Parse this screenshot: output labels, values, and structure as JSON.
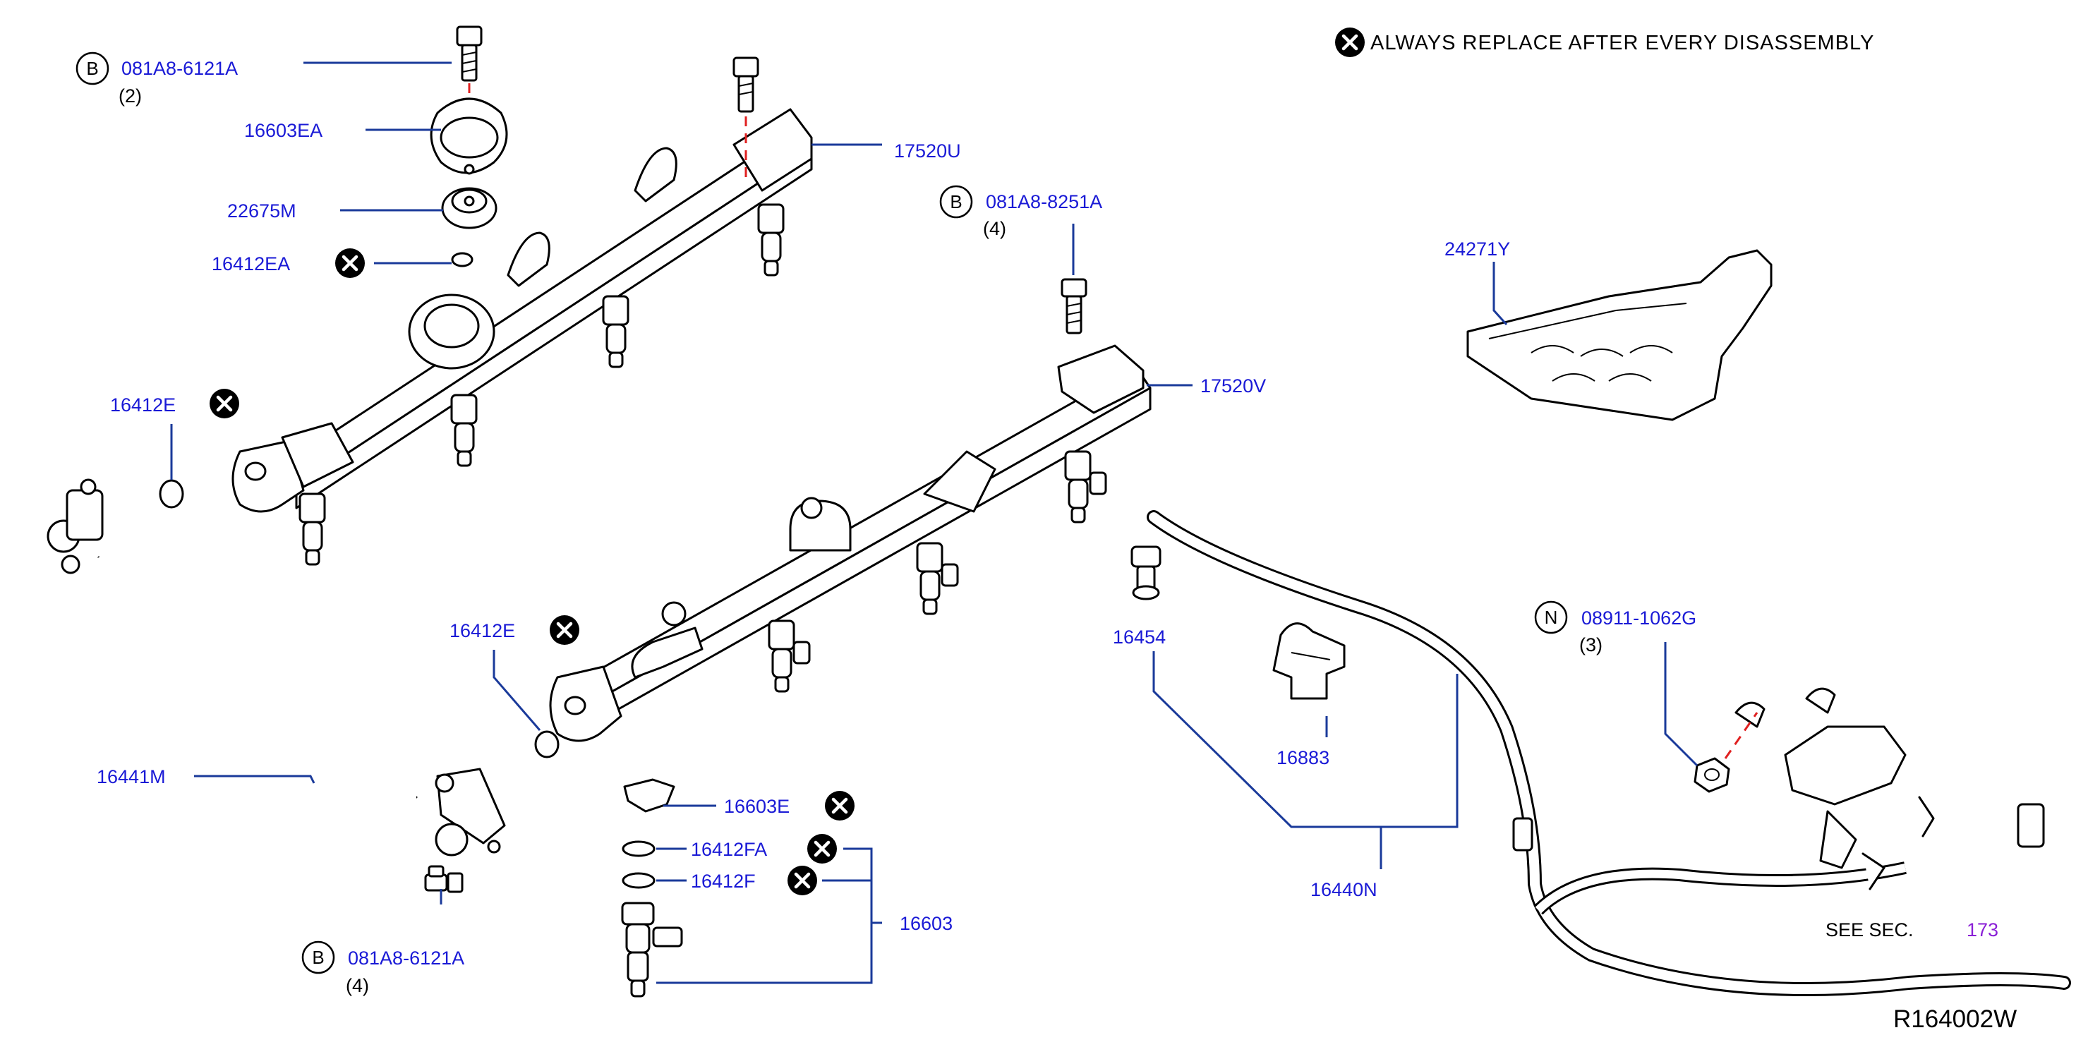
{
  "legend": {
    "text": "ALWAYS   REPLACE   AFTER   EVERY   DISASSEMBLY"
  },
  "reference": "R164002W",
  "see_section": {
    "prefix": "SEE    SEC.",
    "number": "173"
  },
  "symbols": {
    "bolt": "B",
    "nut": "N"
  },
  "parts": {
    "p081A8_6121A_top": "081A8-6121A",
    "q081A8_6121A_top": "(2)",
    "p16603EA": "16603EA",
    "p22675M": "22675M",
    "p16412EA": "16412EA",
    "p17520U": "17520U",
    "p081A8_8251A": "081A8-8251A",
    "q081A8_8251A": "(4)",
    "p24271Y": "24271Y",
    "p17520V": "17520V",
    "p16412E_left": "16412E",
    "p16412E_mid": "16412E",
    "p16454": "16454",
    "p16883": "16883",
    "p08911_1062G": "08911-1062G",
    "q08911_1062G": "(3)",
    "p16441M": "16441M",
    "p16603E": "16603E",
    "p16412FA": "16412FA",
    "p16412F": "16412F",
    "p16603": "16603",
    "p16440N": "16440N",
    "p081A8_6121A_bot": "081A8-6121A",
    "q081A8_6121A_bot": "(4)"
  },
  "colors": {
    "part_number": "#1a1ad6",
    "leader_line": "#1a3a9a",
    "centerline_dash": "#e02020",
    "section_number": "#8a1fd6"
  },
  "icons": [
    "replace-x-icon",
    "bolt-symbol-icon",
    "nut-symbol-icon"
  ]
}
